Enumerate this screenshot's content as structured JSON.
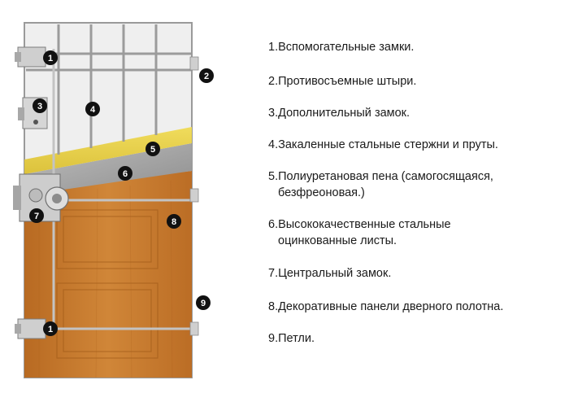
{
  "markers": [
    "1",
    "2",
    "3",
    "4",
    "5",
    "6",
    "7",
    "8",
    "9",
    "1"
  ],
  "legend": [
    {
      "number": "1.",
      "text": "Вспомогательные замки."
    },
    {
      "number": "2.",
      "text": "Противосъемные штыри."
    },
    {
      "number": "3.",
      "text": "Дополнительный замок."
    },
    {
      "number": "4.",
      "text": "Закаленные стальные стержни и пруты."
    },
    {
      "number": "5.",
      "text": "Полиуретановая пена (самогосящаяся,",
      "text_cont": "безфреоновая.)"
    },
    {
      "number": "6.",
      "text": "Высококачественные стальные",
      "text_cont": "оцинкованные листы."
    },
    {
      "number": "7.",
      "text": "Центральный замок."
    },
    {
      "number": "8.",
      "text": "Декоративные панели дверного полотна."
    },
    {
      "number": "9.",
      "text": "Петли."
    }
  ],
  "colors": {
    "wood": "#c8792b",
    "foam": "#e8d04a",
    "steel_sheet": "#a9a9a9",
    "frame": "#b5b5b5",
    "marker": "#111111"
  }
}
